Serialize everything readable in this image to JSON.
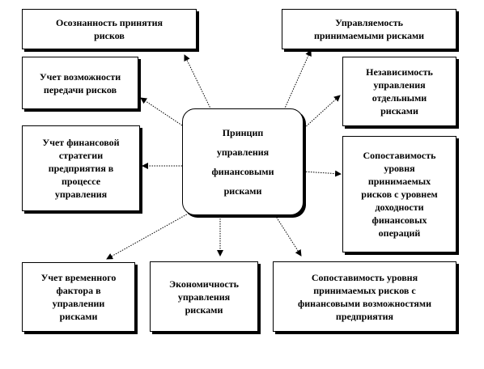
{
  "center": {
    "label": "Принцип\nуправления\nфинансовыми\nрисками"
  },
  "nodes": {
    "awareness": "Осознанность принятия\nрисков",
    "manageability": "Управляемость\nпринимаемыми рисками",
    "transfer": "Учет возможности\nпередачи рисков",
    "independence": "Независимость\nуправления\nотдельными\nрисками",
    "strategy": "Учет финансовой\nстратегии\nпредприятия в\nпроцессе\nуправления",
    "return_comparability": "Сопоставимость\nуровня\nпринимаемых\nрисков с уровнем\nдоходности\nфинансовых\nопераций",
    "time_factor": "Учет временного\nфактора в\nуправлении\nрисками",
    "economy": "Экономичность\nуправления\nрисками",
    "capability_comparability": "Сопоставимость уровня\nпринимаемых рисков с\nфинансовыми возможностями\nпредприятия"
  }
}
